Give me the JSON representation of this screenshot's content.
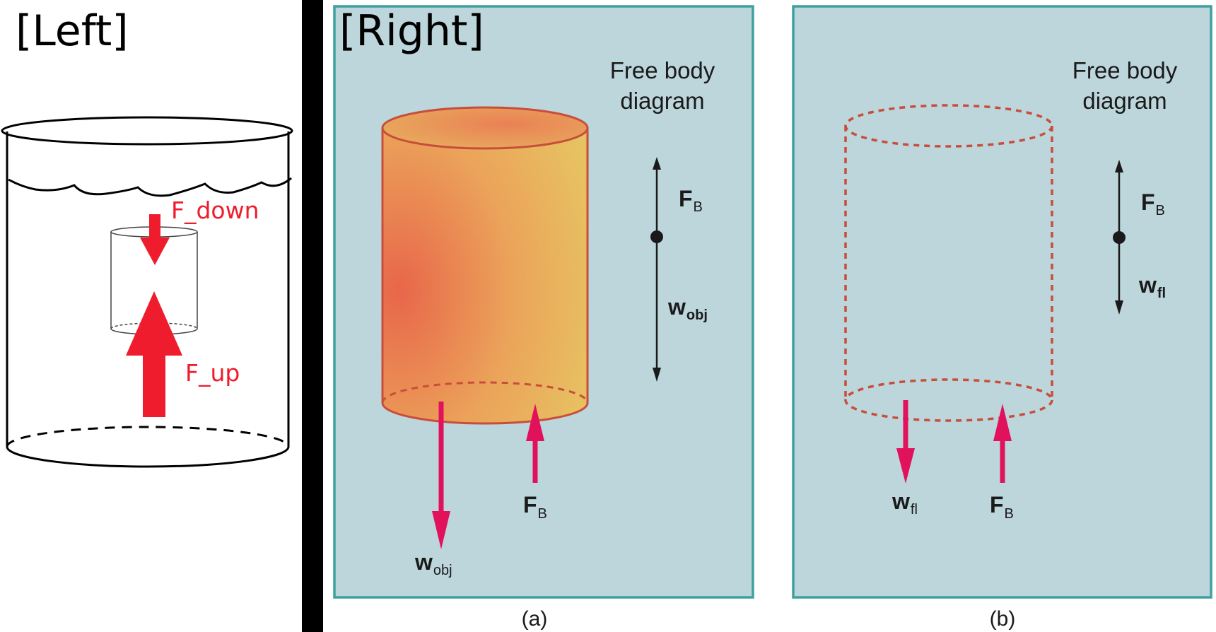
{
  "left_panel": {
    "tag": "[Left]",
    "force_down_label": "F_down",
    "force_up_label": "F_up",
    "arrow_color": "#ef1c2d"
  },
  "right_panel": {
    "tag": "[Right]",
    "background_color": "#bcd6dc",
    "border_color": "#3fa0a0",
    "force_color": "#e2115c",
    "object_fill": "#ec9a4a",
    "panel_a": {
      "fbd_title_line1": "Free body",
      "fbd_title_line2": "diagram",
      "fbd_up_main": "F",
      "fbd_up_sub": "B",
      "fbd_down_main": "w",
      "fbd_down_sub": "obj",
      "weight_main": "w",
      "weight_sub": "obj",
      "buoyant_main": "F",
      "buoyant_sub": "B",
      "caption": "(a)"
    },
    "panel_b": {
      "fbd_title_line1": "Free body",
      "fbd_title_line2": "diagram",
      "fbd_up_main": "F",
      "fbd_up_sub": "B",
      "fbd_down_main": "w",
      "fbd_down_sub": "fl",
      "weight_main": "w",
      "weight_sub": "fl",
      "buoyant_main": "F",
      "buoyant_sub": "B",
      "caption": "(b)"
    }
  }
}
